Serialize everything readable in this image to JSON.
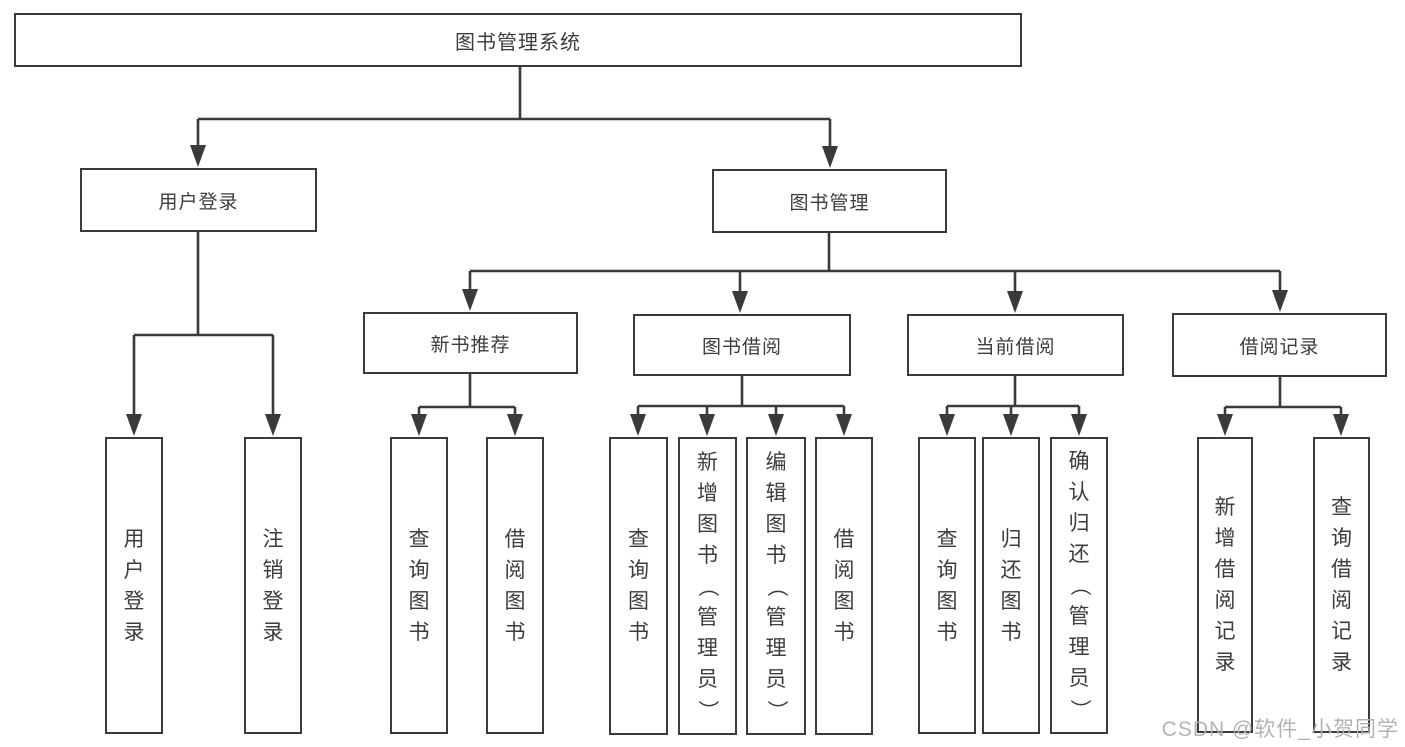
{
  "tree": {
    "root": {
      "label": "图书管理系统",
      "children": [
        {
          "label": "用户登录",
          "children": [
            {
              "label": "用户登录"
            },
            {
              "label": "注销登录"
            }
          ]
        },
        {
          "label": "图书管理",
          "children": [
            {
              "label": "新书推荐",
              "children": [
                {
                  "label": "查询图书"
                },
                {
                  "label": "借阅图书"
                }
              ]
            },
            {
              "label": "图书借阅",
              "children": [
                {
                  "label": "查询图书"
                },
                {
                  "label": "新增图书（管理员）"
                },
                {
                  "label": "编辑图书（管理员）"
                },
                {
                  "label": "借阅图书"
                }
              ]
            },
            {
              "label": "当前借阅",
              "children": [
                {
                  "label": "查询图书"
                },
                {
                  "label": "归还图书"
                },
                {
                  "label": "确认归还（管理员）"
                }
              ]
            },
            {
              "label": "借阅记录",
              "children": [
                {
                  "label": "新增借阅记录"
                },
                {
                  "label": "查询借阅记录"
                }
              ]
            }
          ]
        }
      ]
    }
  },
  "watermark": {
    "text": "CSDN @软件_小贺同学",
    "color": "#b3b3b3"
  },
  "colors": {
    "border": "#3a3a3a",
    "text": "#3d3d3d",
    "background": "#ffffff"
  }
}
